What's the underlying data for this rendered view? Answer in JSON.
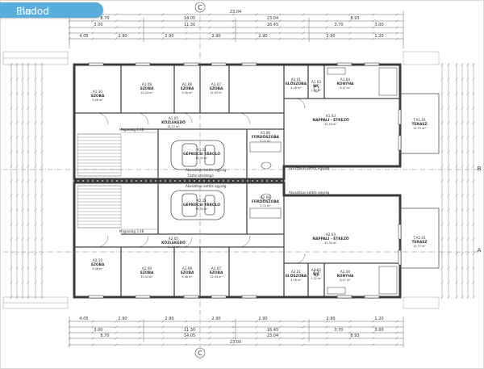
{
  "brand": {
    "name": "Eladod",
    "tld": ".hu"
  },
  "section_mark": "C",
  "grid_marks": {
    "right_top": "B",
    "right_bottom": "A"
  },
  "top_dims": {
    "total": "23.04",
    "row2": [
      "8.70",
      "14.05",
      "23.04",
      "8.93"
    ],
    "row3": [
      "3.00",
      "11.30",
      "16.45",
      "3.70",
      "3.00"
    ],
    "row4": [
      "4.05",
      "2.90",
      "2.90",
      "2.90",
      "2.90",
      "2.90",
      "1.20"
    ]
  },
  "bottom_dims": {
    "total": "23.00",
    "row2": [
      "8.70",
      "14.05",
      "23.04",
      "8.93"
    ],
    "row3": [
      "3.00",
      "11.30",
      "16.45",
      "3.70",
      "3.00"
    ],
    "row4": [
      "4.05",
      "2.90",
      "2.90",
      "2.90",
      "2.90",
      "2.90",
      "1.20"
    ]
  },
  "rooms": [
    {
      "code": "A1.10",
      "name": "SZOBA",
      "area": "9,48 m²"
    },
    {
      "code": "A1.09",
      "name": "SZOBA",
      "area": "12,03 m²"
    },
    {
      "code": "A1.08",
      "name": "SZOBA",
      "area": "9,48 m²"
    },
    {
      "code": "A1.07",
      "name": "SZOBA",
      "area": "12,03 m²"
    },
    {
      "code": "A1.05",
      "name": "KÖZLEKEDŐ",
      "area": "14,37 m²"
    },
    {
      "code": "A1.01",
      "name": "ELŐSZOBA",
      "area": "4,26 m²"
    },
    {
      "code": "A1.02",
      "name": "WC",
      "area": "1,32 m²"
    },
    {
      "code": "A1.04",
      "name": "KONYHA",
      "area": "8,47 m²"
    },
    {
      "code": "A1.03",
      "name": "NAPPALI - ÉTKEZŐ",
      "area": "32,54 m²"
    },
    {
      "code": "T.A1.01",
      "name": "TERASZ",
      "area": "12,75 m²"
    },
    {
      "code": "A1.11",
      "name": "GÉPKOCSI TÁROLÓ",
      "area": "19,93 m²"
    },
    {
      "code": "A1.06",
      "name": "FÜRDŐSZOBA",
      "area": "5,72 m²"
    },
    {
      "code": "A2.11",
      "name": "GÉPKOCSI TÁROLÓ",
      "area": "19,93 m²"
    },
    {
      "code": "A2.06",
      "name": "FÜRDŐSZOBA",
      "area": "5,72 m²"
    },
    {
      "code": "A2.03",
      "name": "NAPPALI - ÉTKEZŐ",
      "area": "32,54 m²"
    },
    {
      "code": "T.A2.01",
      "name": "TERASZ",
      "area": "12,75 m²"
    },
    {
      "code": "A2.05",
      "name": "KÖZLEKEDŐ",
      "area": "14,37 m²"
    },
    {
      "code": "A2.10",
      "name": "SZOBA",
      "area": "9,48 m²"
    },
    {
      "code": "A2.09",
      "name": "SZOBA",
      "area": "12,03 m²"
    },
    {
      "code": "A2.08",
      "name": "SZOBA",
      "area": "9,48 m²"
    },
    {
      "code": "A2.07",
      "name": "SZOBA",
      "area": "12,03 m²"
    },
    {
      "code": "A2.01",
      "name": "ELŐSZOBA",
      "area": "4,26 m²"
    },
    {
      "code": "A2.02",
      "name": "WC",
      "area": "1,32 m²"
    },
    {
      "code": "A2.04",
      "name": "KONYHA",
      "area": "8,47 m²"
    }
  ],
  "notes": {
    "fire_wall": "Tűzfal kétrétegű",
    "partition_a": "Akusztikus kettős egység",
    "partition_b": "Akusztikus kettős egység",
    "partition_c": "Akusztikus kettős egység",
    "partition_d": "Akusztikus kettős egység",
    "garage_a": "Magasság 2.48",
    "garage_b": "Magasság 2.48"
  }
}
